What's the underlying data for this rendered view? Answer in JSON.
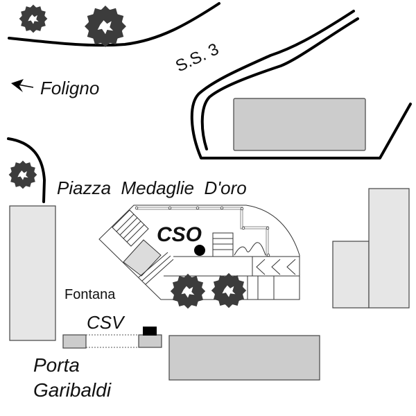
{
  "map": {
    "labels": {
      "road": "S.S. 3",
      "direction": "Foligno",
      "square": "Piazza  Medaglie  D'oro",
      "cso": "CSO",
      "fountain": "Fontana",
      "csv": "CSV",
      "gate_line1": "Porta",
      "gate_line2": "Garibaldi"
    },
    "icons": {
      "direction_arrow": "arrow-left-icon",
      "marker": "location-dot-icon",
      "tree": "tree-icon"
    },
    "colors": {
      "road": "#000000",
      "building_light": "#e6e6e6",
      "building_dark": "#cccccc",
      "tree": "#3c3c3c",
      "marker": "#000000"
    }
  }
}
